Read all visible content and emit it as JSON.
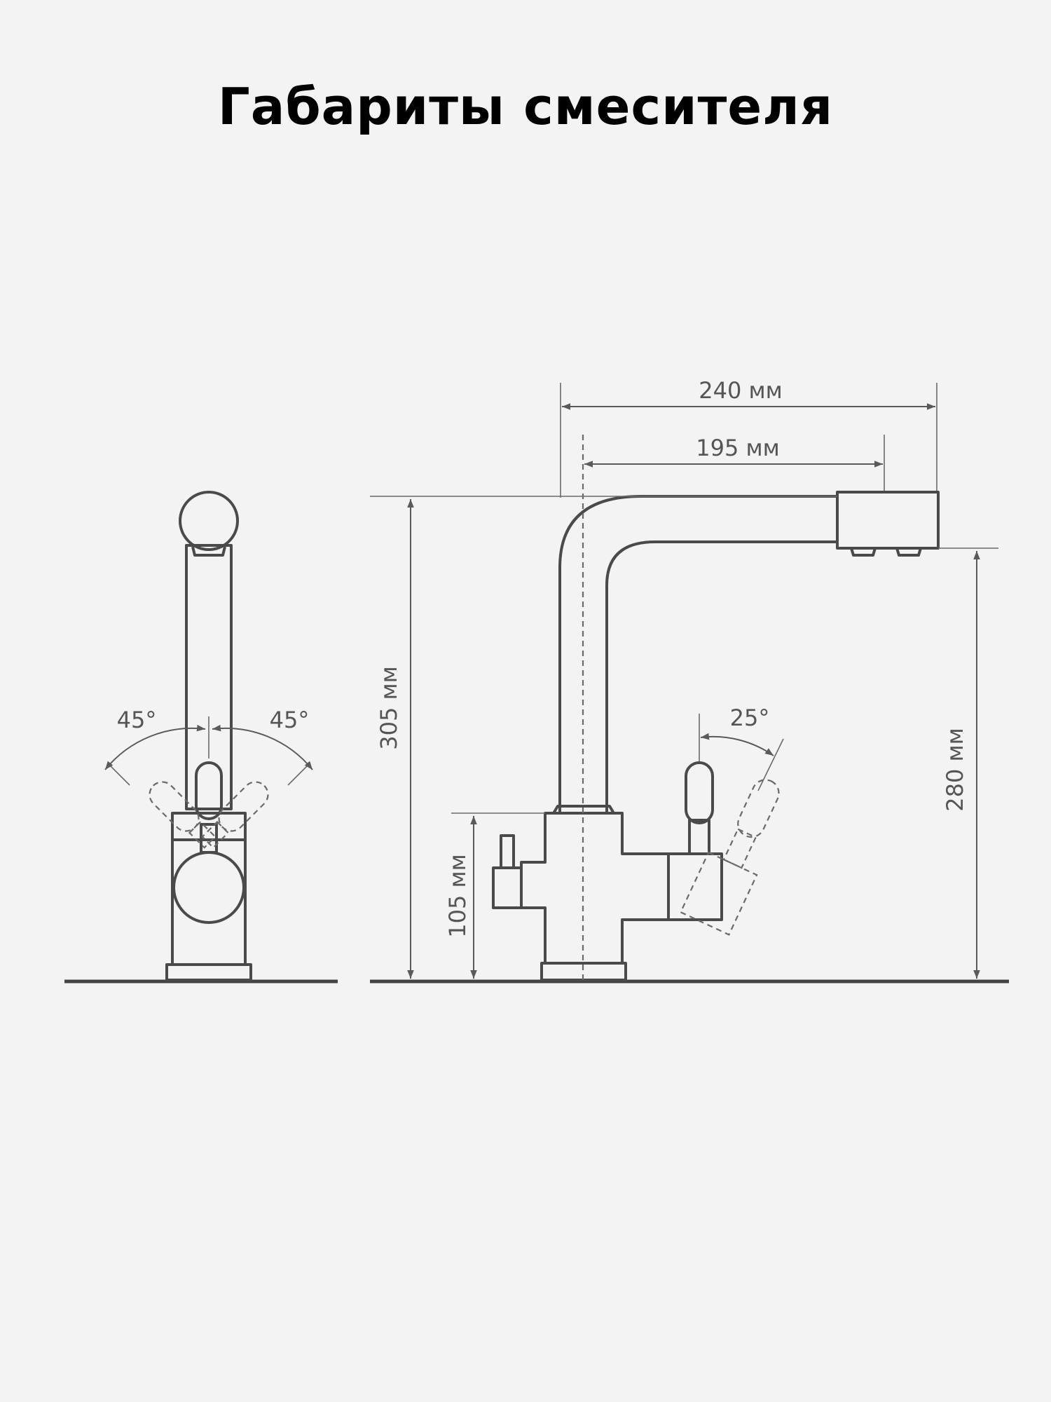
{
  "title": "Габариты смесителя",
  "dimensions": {
    "total_length": "240 мм",
    "spout_reach": "195 мм",
    "total_height": "305 мм",
    "spout_height": "280 мм",
    "body_height": "105 мм",
    "lever_angle_left": "45°",
    "lever_angle_right": "45°",
    "filter_lever_angle": "25°"
  }
}
